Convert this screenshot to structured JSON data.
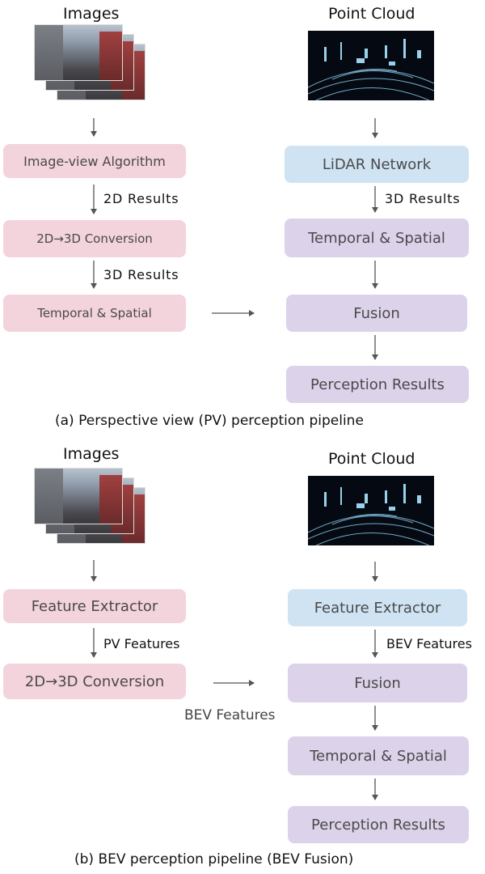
{
  "panel_a": {
    "images_title": "Images",
    "point_cloud_title": "Point Cloud",
    "boxes": {
      "image_view_algorithm": "Image-view Algorithm",
      "conversion": "2D→3D Conversion",
      "temporal_spatial_left": "Temporal & Spatial",
      "lidar_network": "LiDAR Network",
      "temporal_spatial_right": "Temporal & Spatial",
      "fusion": "Fusion",
      "perception_results": "Perception Results"
    },
    "labels": {
      "results_2d": "2D Results",
      "results_3d_left": "3D Results",
      "results_3d_right": "3D Results"
    },
    "caption": "(a) Perspective view (PV) perception pipeline"
  },
  "panel_b": {
    "images_title": "Images",
    "point_cloud_title": "Point Cloud",
    "boxes": {
      "feature_extractor_left": "Feature Extractor",
      "conversion": "2D→3D Conversion",
      "feature_extractor_right": "Feature Extractor",
      "fusion": "Fusion",
      "temporal_spatial": "Temporal & Spatial",
      "perception_results": "Perception Results"
    },
    "labels": {
      "pv_features": "PV Features",
      "bev_features_right": "BEV Features",
      "bev_features_bottom": "BEV Features"
    },
    "caption": "(b) BEV perception pipeline (BEV Fusion)"
  },
  "colors": {
    "camera_branch": "#f3d3dc",
    "lidar_branch": "#cfe3f3",
    "fused_branch": "#dcd2ea",
    "arrow": "#555555"
  }
}
